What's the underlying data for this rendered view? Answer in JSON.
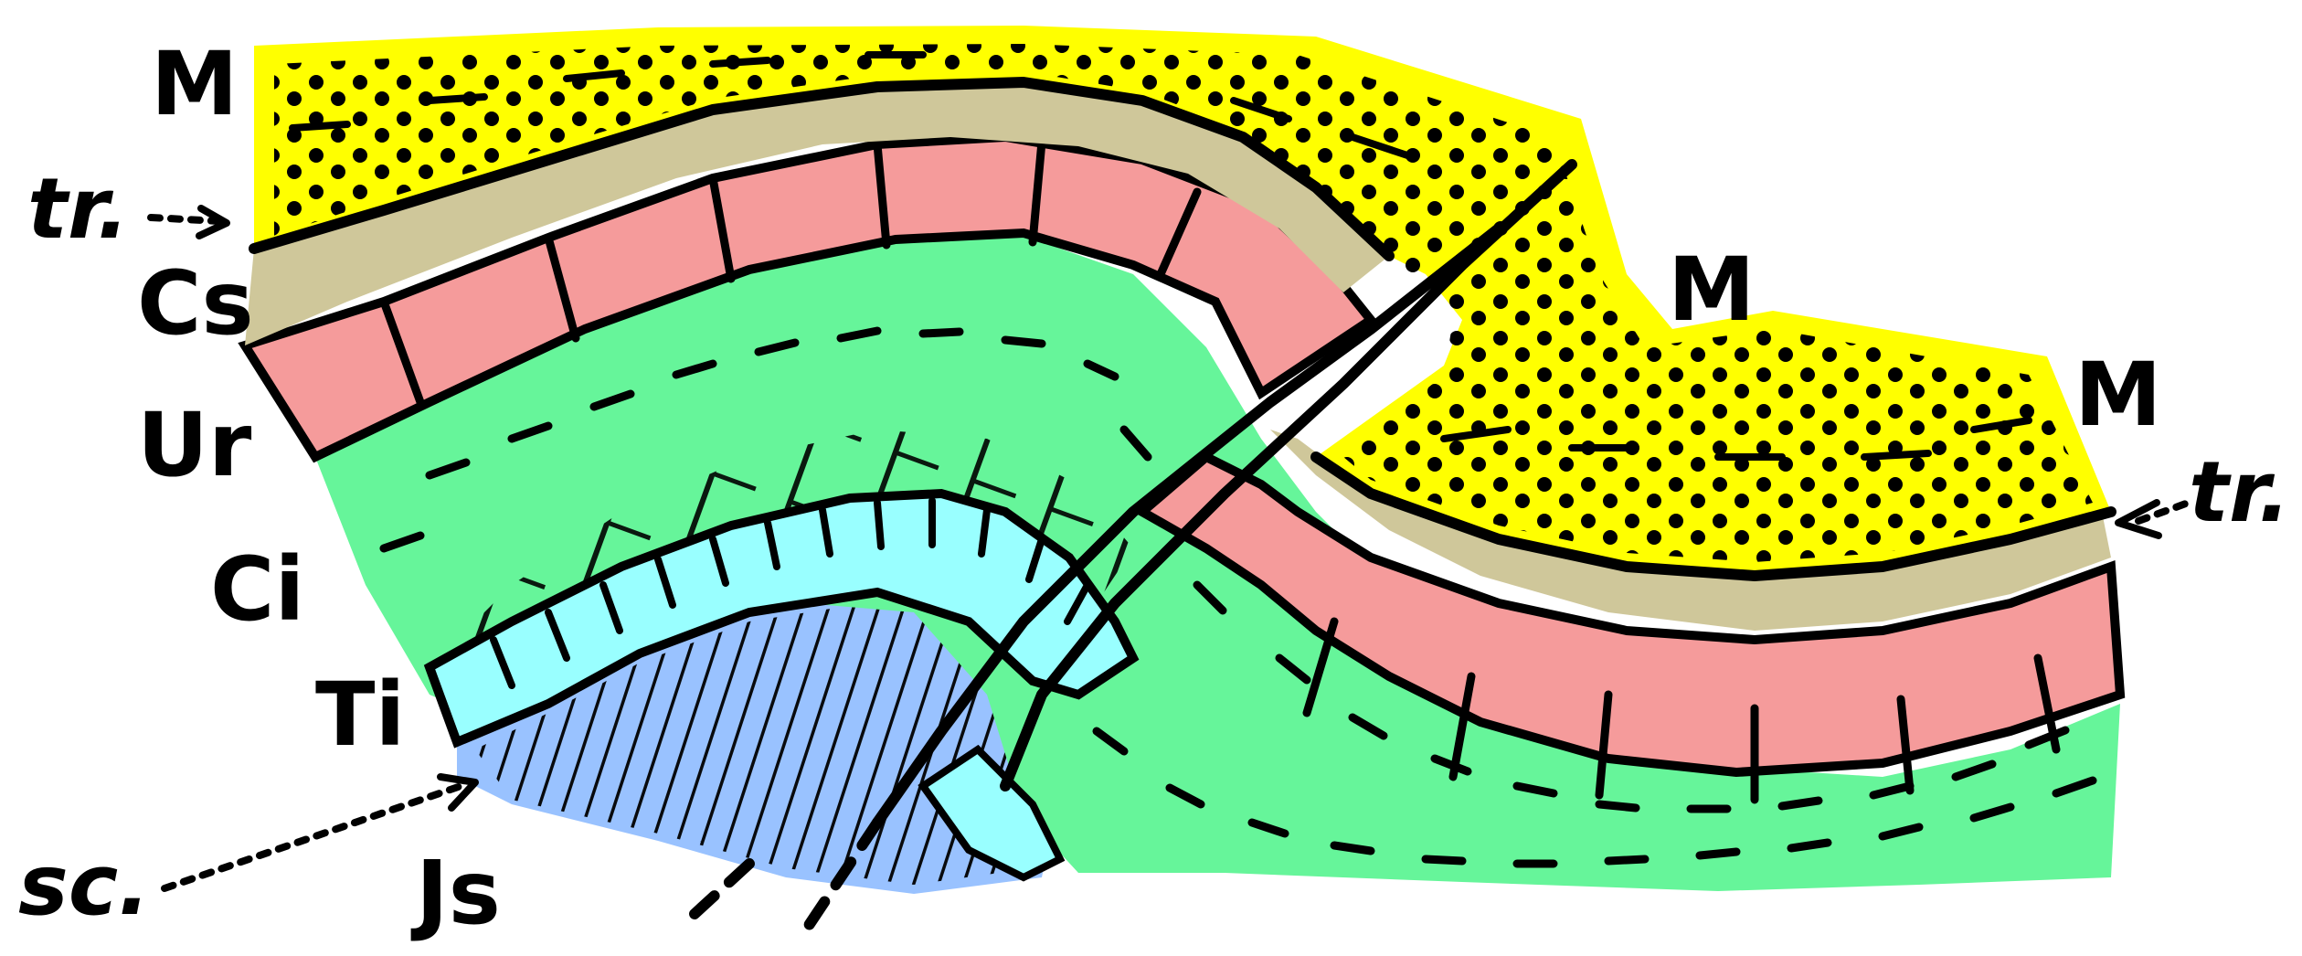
{
  "labels": {
    "m_top_left": "M",
    "m_middle": "M",
    "m_right": "M",
    "tr_left": "tr.",
    "tr_right": "tr.",
    "cs": "Cs",
    "ur": "Ur",
    "ci": "Ci",
    "ti": "Ti",
    "js": "Js",
    "sc": "sc."
  },
  "colors": {
    "molasse_yellow": "#ffff00",
    "cs_tan": "#cfc79a",
    "ur_salmon": "#f59b9b",
    "ci_green": "#66f59a",
    "ti_cyan": "#99ffff",
    "js_blue": "#99c2ff"
  }
}
